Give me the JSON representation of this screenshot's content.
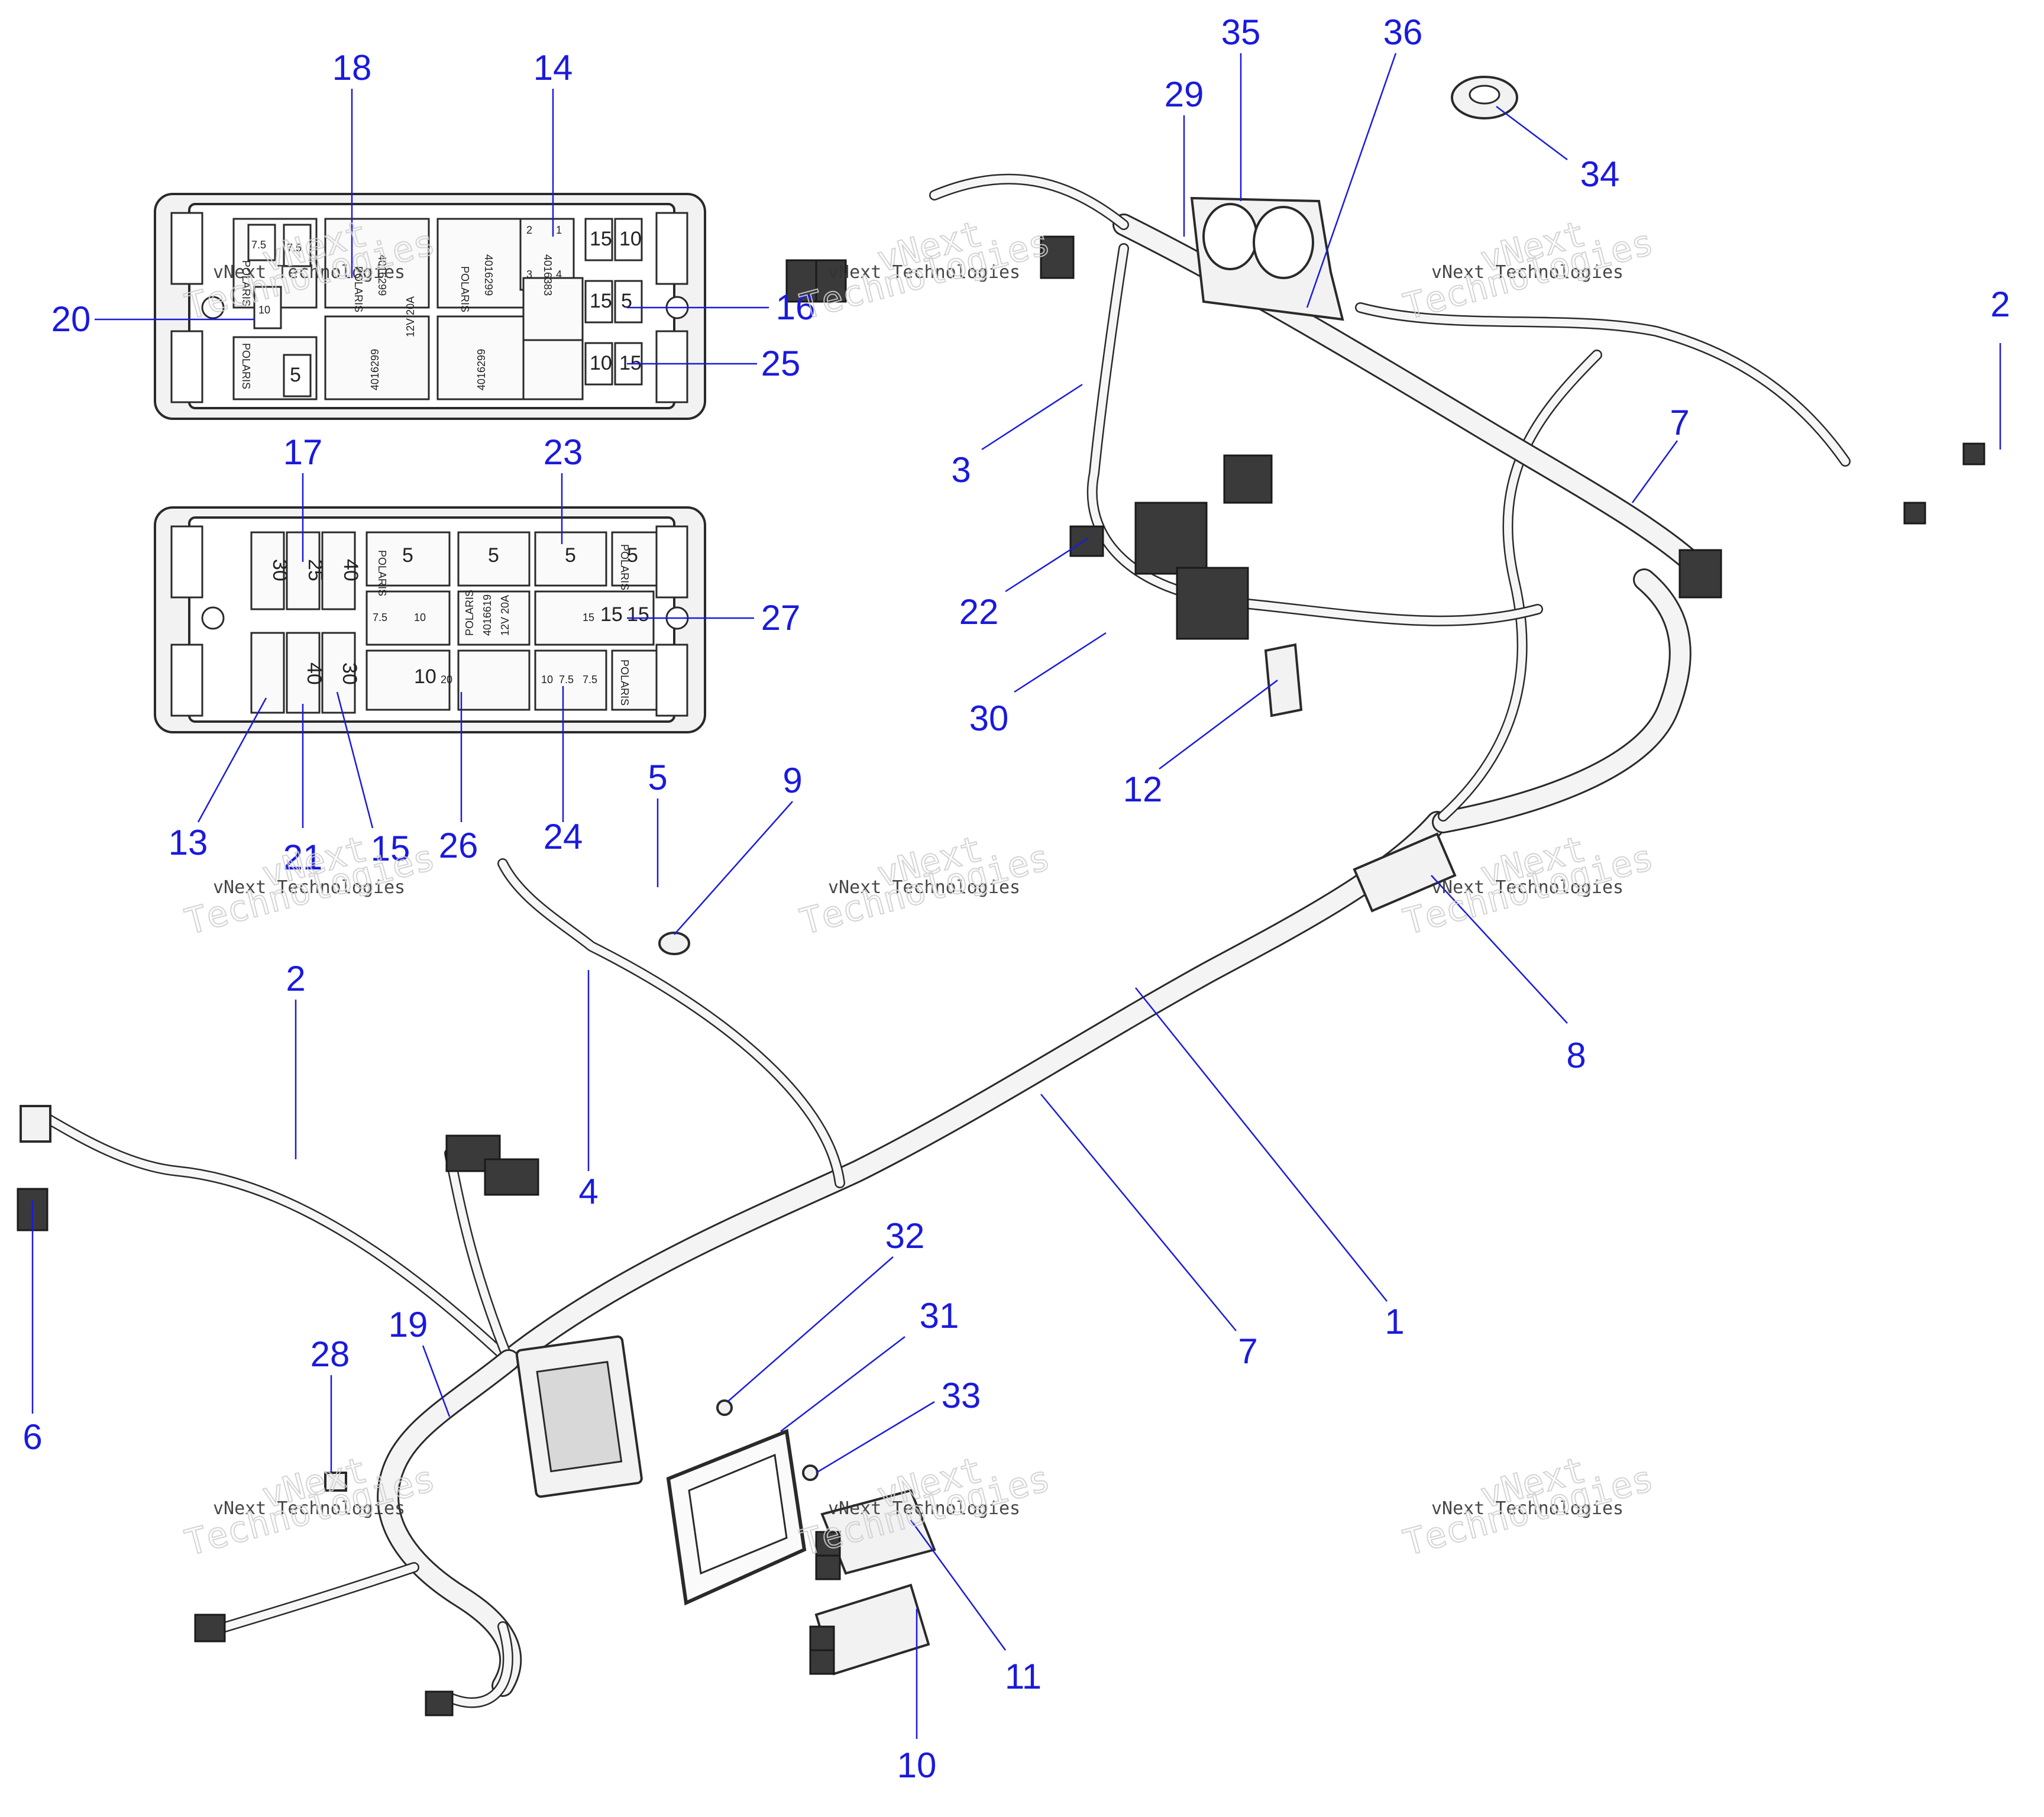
{
  "callouts": {
    "c18": "18",
    "c14": "14",
    "c35": "35",
    "c36": "36",
    "c29": "29",
    "c34": "34",
    "c20": "20",
    "c16": "16",
    "c25": "25",
    "c2a": "2",
    "c7a": "7",
    "c3": "3",
    "c17": "17",
    "c23": "23",
    "c27": "27",
    "c22": "22",
    "c30": "30",
    "c12": "12",
    "c13": "13",
    "c21": "21",
    "c15": "15",
    "c26": "26",
    "c24": "24",
    "c5": "5",
    "c9": "9",
    "c8": "8",
    "c2b": "2",
    "c4": "4",
    "c6": "6",
    "c1": "1",
    "c7b": "7",
    "c32": "32",
    "c31": "31",
    "c33": "33",
    "c28": "28",
    "c19": "19",
    "c11": "11",
    "c10": "10"
  },
  "watermark": {
    "line1": "vNext",
    "line2": "vNext Technologies",
    "line3": "Technologies"
  },
  "fuse_box_top": {
    "relay_brand": "POLARIS",
    "relay_part": "4016299",
    "small_relay_part": "4016383",
    "relay_spec": "12V 20A",
    "pins": [
      "2",
      "1",
      "3",
      "4"
    ],
    "fuses": [
      "7.5",
      "15",
      "10",
      "15",
      "10",
      "5",
      "7.5",
      "10",
      "15",
      "5"
    ]
  },
  "fuse_box_bottom": {
    "relay_brand": "POLARIS",
    "relay_part": "4016619",
    "relay_spec": "12V 20A",
    "maxi_fuses": [
      "30",
      "25",
      "40",
      "40",
      "30"
    ],
    "fuses": [
      "5",
      "5",
      "5",
      "7.5",
      "15",
      "15",
      "10",
      "10",
      "20",
      "10",
      "7.5",
      "15",
      "7.5",
      "5"
    ]
  }
}
